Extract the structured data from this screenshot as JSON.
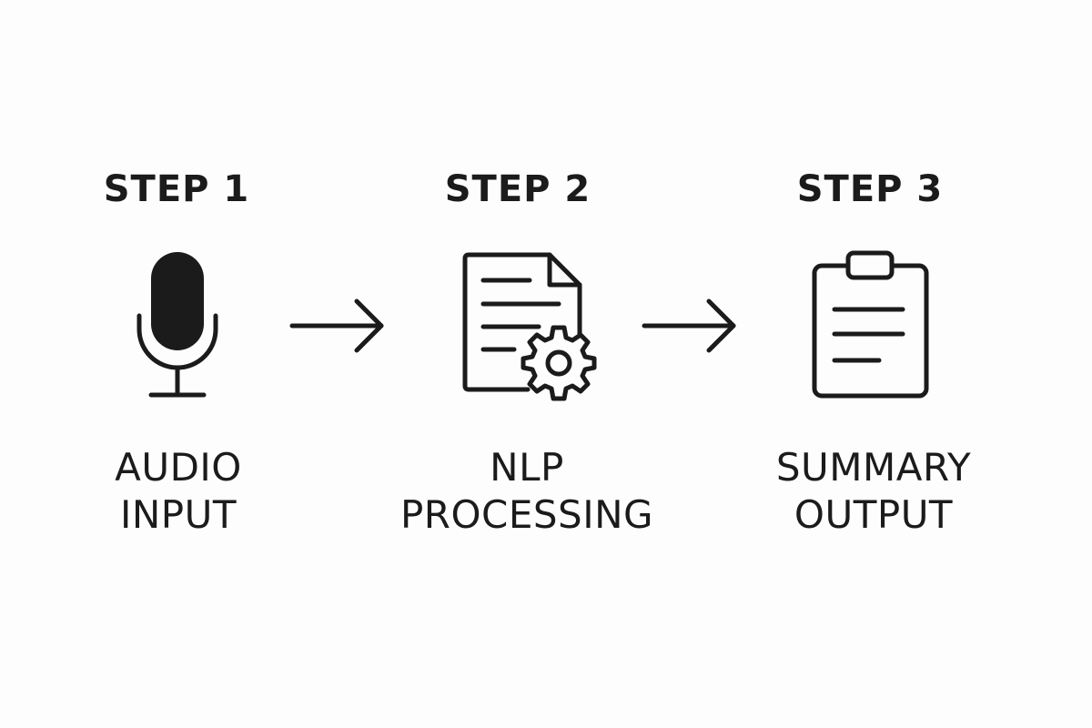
{
  "steps": [
    {
      "title": "STEP 1",
      "label_line1": "AUDIO",
      "label_line2": "INPUT",
      "icon": "microphone-icon"
    },
    {
      "title": "STEP 2",
      "label_line1": "NLP",
      "label_line2": "PROCESSING",
      "icon": "document-gear-icon"
    },
    {
      "title": "STEP 3",
      "label_line1": "SUMMARY",
      "label_line2": "OUTPUT",
      "icon": "clipboard-icon"
    }
  ],
  "connectors": [
    "arrow-right-icon",
    "arrow-right-icon"
  ],
  "colors": {
    "ink": "#1b1b1b",
    "background": "#fdfdfd"
  }
}
